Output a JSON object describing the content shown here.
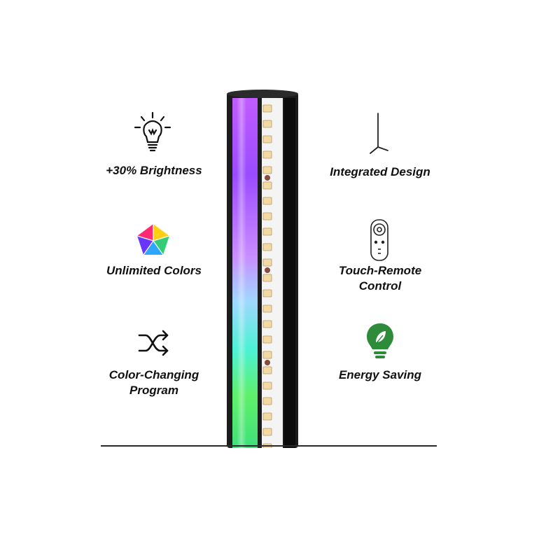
{
  "features": {
    "brightness": "+30% Brightness",
    "colors": "Unlimited Colors",
    "program_line1": "Color-Changing",
    "program_line2": "Program",
    "design": "Integrated Design",
    "remote_line1": "Touch-Remote",
    "remote_line2": "Control",
    "energy": "Energy Saving"
  },
  "icons": {
    "brightness": "light-bulb-icon",
    "colors": "rgb-pentagon-icon",
    "program": "shuffle-icon",
    "design": "corner-lamp-icon",
    "remote": "remote-control-icon",
    "energy": "eco-bulb-icon"
  },
  "colors": {
    "energy_green": "#2e8b3a",
    "text": "#111111"
  }
}
